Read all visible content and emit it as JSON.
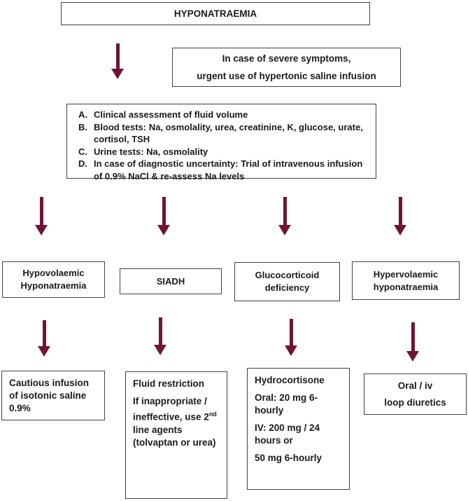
{
  "colors": {
    "arrow": "#6e1537",
    "border": "#414141",
    "text": "#1a1a1a",
    "background": "#ffffff"
  },
  "title_box": {
    "label": "HYPONATRAEMIA"
  },
  "severe_box": {
    "line1": "In case of severe symptoms,",
    "line2": "urgent use of hypertonic saline infusion"
  },
  "assessment_box": {
    "items": [
      {
        "letter": "A.",
        "text": "Clinical assessment of fluid volume"
      },
      {
        "letter": "B.",
        "text": "Blood tests: Na, osmolality, urea, creatinine, K, glucose, urate, cortisol, TSH"
      },
      {
        "letter": "C.",
        "text": "Urine tests: Na, osmolality"
      },
      {
        "letter": "D.",
        "text": "In case of diagnostic uncertainty: Trial of intravenous infusion of 0.9% NaCl & re-assess Na levels"
      }
    ]
  },
  "categories": [
    {
      "label": "Hypovolaemic Hyponatraemia"
    },
    {
      "label": "SIADH"
    },
    {
      "label": "Glucocorticoid deficiency"
    },
    {
      "label": "Hypervolaemic hyponatraemia"
    }
  ],
  "treatments": {
    "cautious": {
      "text": "Cautious infusion of isotonic saline 0.9%"
    },
    "fluid": {
      "heading": "Fluid restriction",
      "body_pre": "If inappropriate / ineffective, use 2",
      "body_sup": "nd",
      "body_post": " line agents (tolvaptan or urea)"
    },
    "hydrocortisone": {
      "heading": "Hydrocortisone",
      "para1": "Oral: 20 mg 6-hourly",
      "para2": "IV: 200 mg / 24 hours or",
      "para3": "50 mg 6-hourly"
    },
    "oral_iv": {
      "line1": "Oral / iv",
      "line2": "loop diuretics"
    }
  }
}
